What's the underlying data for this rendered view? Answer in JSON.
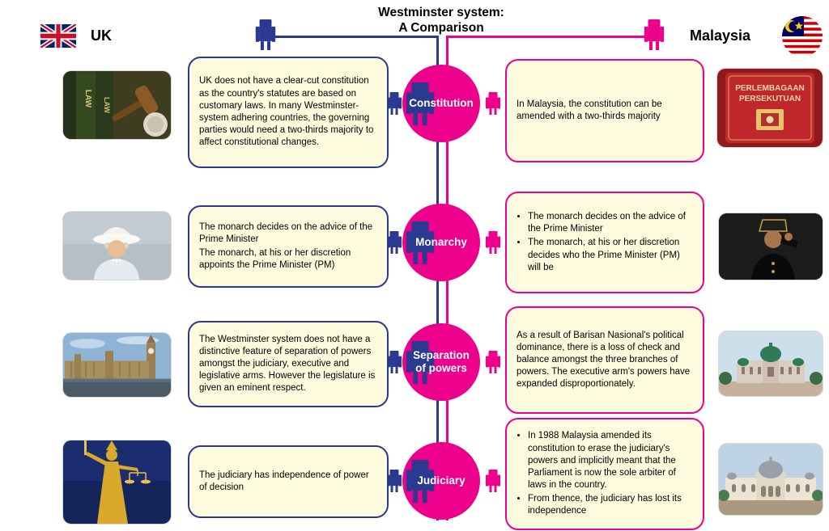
{
  "title": {
    "line1": "Westminster system:",
    "line2": "A Comparison"
  },
  "header": {
    "uk_label": "UK",
    "malaysia_label": "Malaysia"
  },
  "colors": {
    "uk_blue": "#2B3990",
    "malaysia_pink": "#EC008C",
    "box_bg": "#FFFBDE"
  },
  "rows": [
    {
      "topic": "Constitution",
      "uk_text": "UK does not have a clear-cut constitution as the country's statutes are based on customary laws. In many Westminster-system adhering countries, the governing parties would need a two-thirds majority to affect constitutional changes.",
      "malaysia_text": "In Malaysia, the constitution can be amended with a two-thirds majority",
      "uk_image": "gavel-and-law-books",
      "malaysia_image": "federal-constitution-book"
    },
    {
      "topic": "Monarchy",
      "uk_lines": [
        "The monarch decides on the advice of the Prime Minister",
        "The monarch, at his or her discretion appoints the Prime Minister (PM)"
      ],
      "malaysia_bullets": [
        "The monarch decides on the advice of the Prime Minister",
        "The monarch, at his or her discretion decides who the Prime Minister (PM) will be"
      ],
      "uk_image": "queen-elizabeth-photo",
      "malaysia_image": "yang-di-pertuan-agong-photo"
    },
    {
      "topic": "Separation of powers",
      "uk_text": "The Westminster system does not have a distinctive feature of separation of powers amongst the judiciary, executive and legislative arms. However the legislature is given an eminent respect.",
      "malaysia_text": "As a result of Barisan Nasional's political dominance, there is a loss of check and balance amongst the three branches of powers. The executive arm's powers have expanded disproportionately.",
      "uk_image": "houses-of-parliament-photo",
      "malaysia_image": "perdana-putra-photo"
    },
    {
      "topic": "Judiciary",
      "uk_text": "The judiciary has independence of power of decision",
      "malaysia_bullets": [
        "In 1988 Malaysia amended its constitution to erase the judiciary's powers and implicitly meant that the Parliament is now the sole arbiter of laws in the country.",
        "From thence, the judiciary has lost its independence"
      ],
      "uk_image": "lady-justice-statue-photo",
      "malaysia_image": "palace-of-justice-photo"
    }
  ],
  "photo_labels": {
    "law_label": "LAW",
    "constitution_line1": "PERLEMBAGAAN",
    "constitution_line2": "PERSEKUTUAN"
  }
}
